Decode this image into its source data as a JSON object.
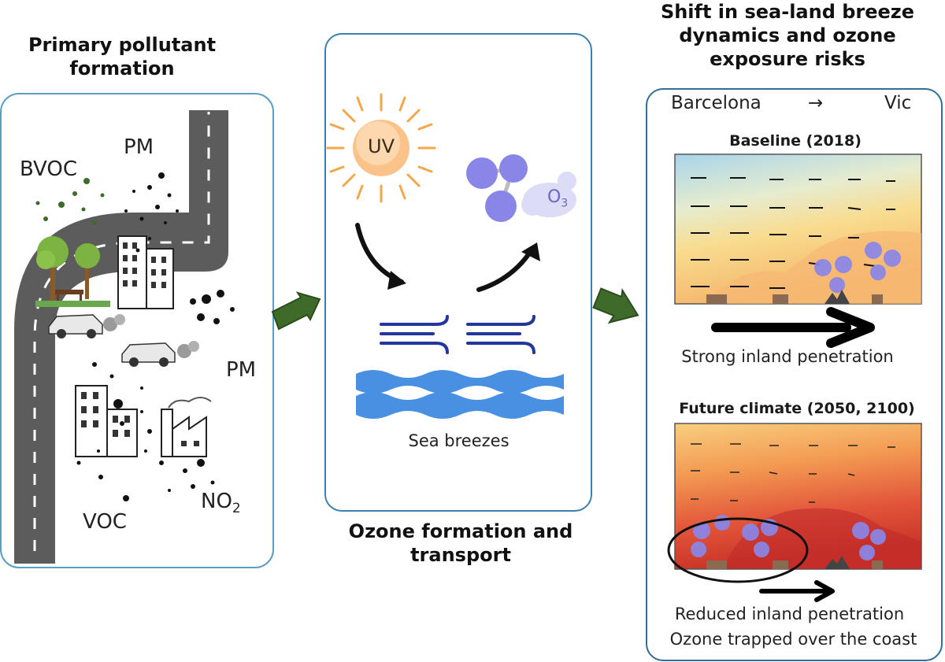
{
  "left_panel": {
    "title": "Primary pollutant formation",
    "labels": {
      "bvoc": "BVOC",
      "pm_top": "PM",
      "pm_right": "PM",
      "voc": "VOC",
      "no2_base": "NO",
      "no2_sub": "2"
    }
  },
  "middle_panel": {
    "uv": "UV",
    "o3_base": "O",
    "o3_sub": "3",
    "sea_breezes": "Sea breezes",
    "caption": "Ozone formation and transport"
  },
  "right_panel": {
    "title": "Shift in sea-land breeze dynamics and ozone exposure risks",
    "from": "Barcelona",
    "arrow": "→",
    "to": "Vic",
    "baseline_title": "Baseline (2018)",
    "baseline_caption": "Strong inland penetration",
    "future_title": "Future climate (2050, 2100)",
    "future_caption_line1": "Reduced inland penetration",
    "future_caption_line2": "Ozone trapped over the coast"
  },
  "colors": {
    "panel_border": "#5a9ec4",
    "right_border": "#2f6f9a",
    "road": "#5c5c5c",
    "tree_green": "#6aa84f",
    "arrow_green": "#3f6b2a",
    "ozone_purple": "#8a86e8",
    "wave_blue": "#4a90e2",
    "wind_navy": "#23369a",
    "sun_orange": "#f5a64a"
  }
}
